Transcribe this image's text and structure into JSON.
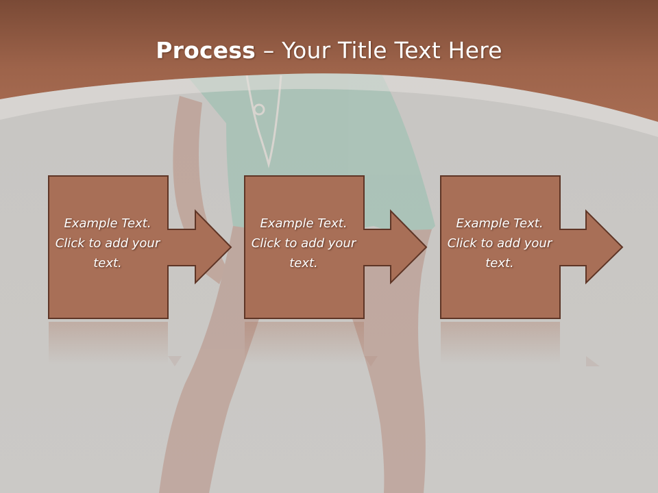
{
  "slide": {
    "title_bold": "Process",
    "title_rest": " – Your Title Text Here",
    "steps": [
      {
        "text": "Example Text. Click  to add your text."
      },
      {
        "text": "Example Text. Click  to add your text."
      },
      {
        "text": "Example Text. Click  to add your text."
      }
    ]
  },
  "colors": {
    "header": "#a5694f",
    "box_fill": "#a86f57",
    "box_border": "#5e3526",
    "background": "#c8c6c3"
  }
}
